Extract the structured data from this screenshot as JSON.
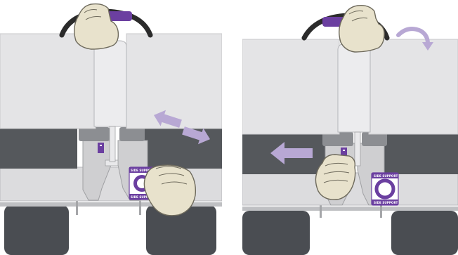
{
  "colors": {
    "accent_purple": "#6b3fa0",
    "arrow_lavender": "#b8a8d4",
    "skin": "#e8e2cc",
    "outline": "#6e6a5c",
    "cushion_light": "#e4e4e6",
    "cushion_dark": "#55585c",
    "bracket": "#d0d0d2",
    "wheel": "#4a4d52",
    "handle": "#2b2b2b"
  },
  "icons": [
    "hand-icon",
    "double-arrow-icon",
    "left-arrow-icon",
    "rotate-arrow-icon",
    "side-support-knob-icon"
  ],
  "labels": {
    "left": {
      "side_support_top": "SIDE SUPPORT",
      "side_support_bottom": "SIDE SUPPORT"
    },
    "right": {
      "side_support_top": "SIDE SUPPORT",
      "side_support_bottom": "SIDE SUPPORT"
    }
  }
}
